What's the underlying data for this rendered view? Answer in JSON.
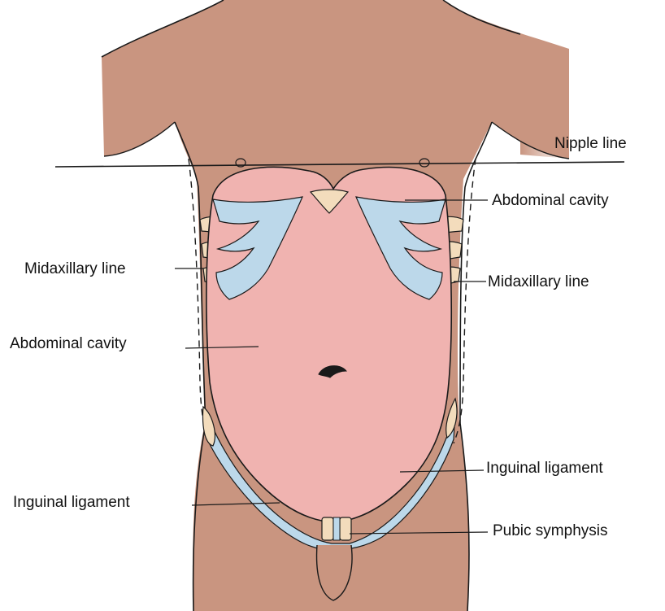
{
  "labels": {
    "nipple_line": "Nipple line",
    "abdominal_cavity_right": "Abdominal cavity",
    "midaxillary_line_left": "Midaxillary line",
    "midaxillary_line_right": "Midaxillary line",
    "abdominal_cavity_left": "Abdominal cavity",
    "inguinal_ligament_right": "Inguinal ligament",
    "inguinal_ligament_left": "Inguinal ligament",
    "pubic_symphysis": "Pubic symphysis"
  },
  "colors": {
    "skin": "#c99580",
    "abdomen": "#f0b3b0",
    "cartilage_and_ligament": "#bcd8ea",
    "rib": "#f3dcbc",
    "outline": "#1a1a1a"
  }
}
